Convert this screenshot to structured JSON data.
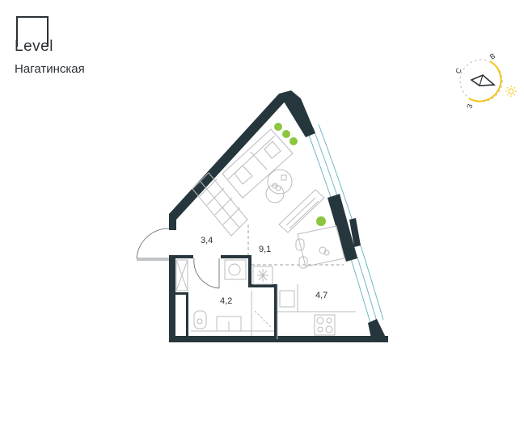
{
  "brand": {
    "name": "Level",
    "location": "Нагатинская"
  },
  "compass": {
    "labels": {
      "north": "С",
      "east": "В",
      "west": "З"
    },
    "sun_color": "#f5c518",
    "arc_color": "#f5c518"
  },
  "rooms": [
    {
      "id": "hall",
      "area": "3,4"
    },
    {
      "id": "living",
      "area": "9,1"
    },
    {
      "id": "bathroom",
      "area": "4,2"
    },
    {
      "id": "kitchen",
      "area": "4,7"
    }
  ],
  "colors": {
    "wall": "#26363d",
    "window": "#6fb7c4",
    "furniture": "#b9bcbf",
    "plant": "#8cc63f"
  }
}
